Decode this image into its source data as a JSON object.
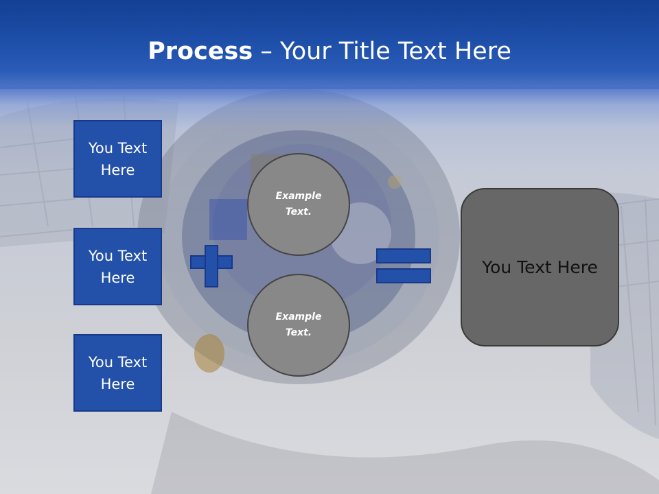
{
  "slide": {
    "title_bold": "Process",
    "title_rest": " – Your Title Text Here"
  },
  "inputs": [
    {
      "label": "You Text\nHere"
    },
    {
      "label": "You Text\nHere"
    },
    {
      "label": "You Text\nHere"
    }
  ],
  "circles": [
    {
      "label": "Example\nText."
    },
    {
      "label": "Example\nText."
    }
  ],
  "result": {
    "label": "You Text Here"
  },
  "colors": {
    "header_blue": "#1d4ea8",
    "box_blue": "#2350a8",
    "circle_gray": "#888888",
    "result_gray": "#676767"
  }
}
